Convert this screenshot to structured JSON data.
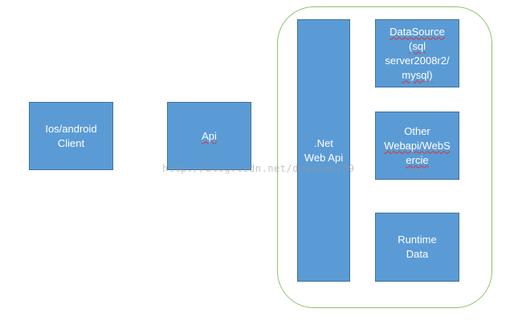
{
  "nodes": {
    "client": {
      "line1": "Ios/android",
      "line2": "Client"
    },
    "api": {
      "label": "Api"
    },
    "dotnet_web_api": {
      "line1": ".Net",
      "line2": "Web Api"
    },
    "datasource": {
      "line1": "DataSource",
      "line2": "(sql",
      "line3": "server2008r2/",
      "line4": "mysql)"
    },
    "other_webapi": {
      "line1": "Other",
      "line2": "Webapi/WebS",
      "line3": "ercie"
    },
    "runtime_data": {
      "line1": "Runtime",
      "line2": "Data"
    }
  },
  "watermark": "http://blog.csdn.net/duanhai189",
  "colors": {
    "box_fill": "#5b9bd5",
    "box_border": "#41719c",
    "group_border": "#8fc16f",
    "text": "#ffffff"
  }
}
